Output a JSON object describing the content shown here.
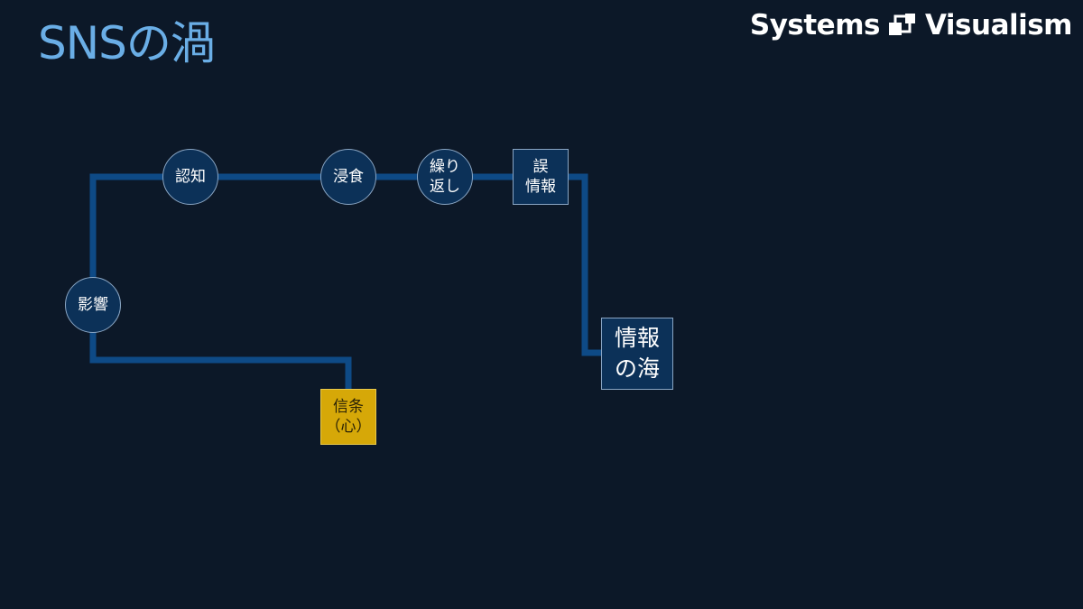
{
  "title": "SNSの渦",
  "brand": {
    "left": "Systems",
    "right": "Visualism",
    "logo_icon": "systems-visualism-logo-icon"
  },
  "colors": {
    "background": "#0c1828",
    "title": "#6aaee6",
    "link": "#0e4a86",
    "node_fill": "#0c3158",
    "node_border": "#8aa6c4",
    "highlight": "#d6a808"
  },
  "nodes": {
    "ninchi": "認知",
    "shinshoku": "浸食",
    "kurikaeshi": "繰り\n返し",
    "gojouhou": "誤\n情報",
    "joho_no_umi": "情報\nの海",
    "eikyou": "影響",
    "shinjou": "信条\n（心）"
  }
}
